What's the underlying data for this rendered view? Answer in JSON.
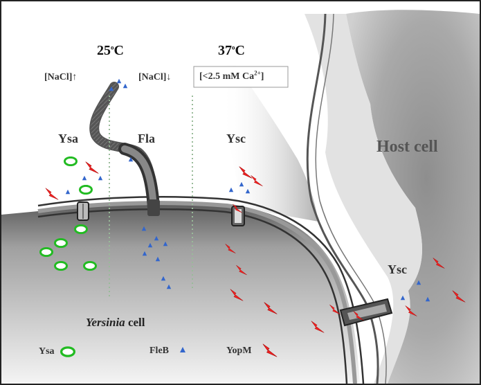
{
  "temps": {
    "low": "25",
    "high": "37",
    "unit": "C",
    "degree": "o"
  },
  "conditions": {
    "nacl_high": "[NaCl]↑",
    "nacl_low": "[NaCl]↓",
    "calcium_prefix": "[<2.5 mM Ca",
    "calcium_sup": "2+",
    "calcium_suffix": "]"
  },
  "systems": {
    "ysa": "Ysa",
    "fla": "Fla",
    "ysc": "Ysc",
    "ysc_host": "Ysc"
  },
  "regions": {
    "host": "Host cell",
    "cell_genus": "Yersinia",
    "cell_word": "cell"
  },
  "legend": {
    "ysa": "Ysa",
    "fleb": "FleB",
    "yopm": "YopM"
  },
  "colors": {
    "ysa_ring": "#22bb22",
    "fleb": "#3366cc",
    "yopm": "#ee2222",
    "divider": "#99bb99"
  }
}
